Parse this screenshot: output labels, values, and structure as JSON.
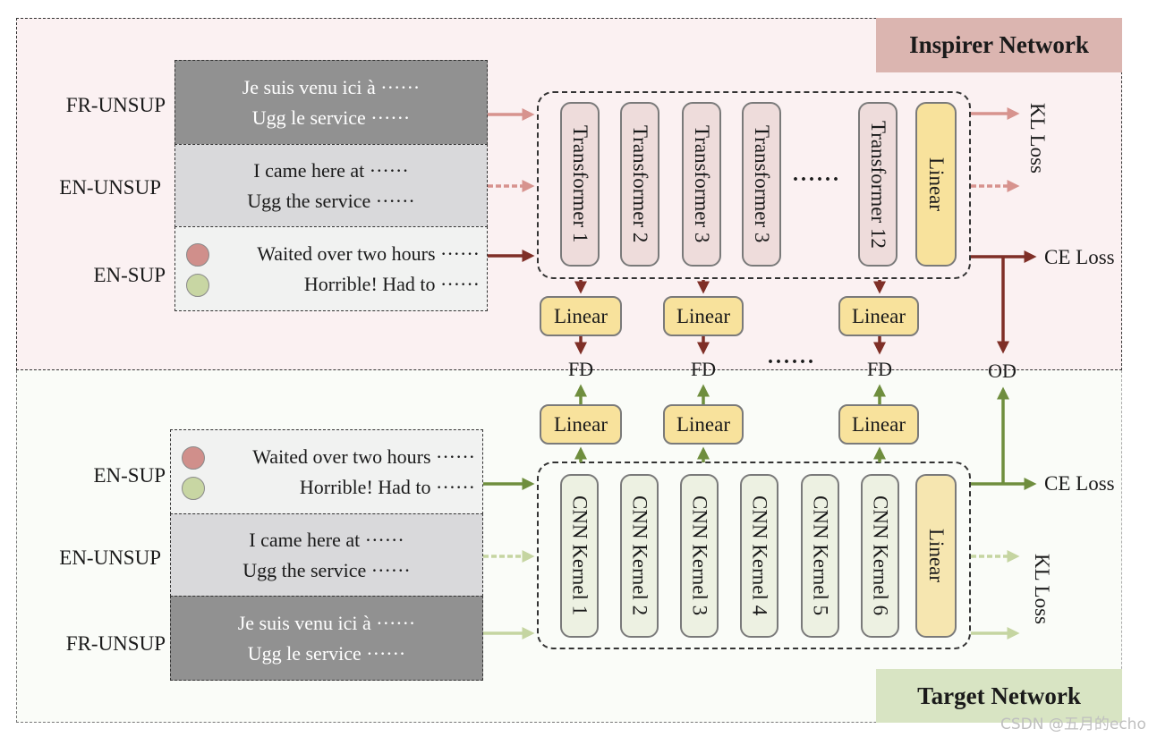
{
  "inspirer": {
    "title": "Inspirer Network",
    "rows": [
      {
        "label": "FR-UNSUP",
        "lines": [
          "Je suis venu ici à ······",
          "Ugg le service ······"
        ]
      },
      {
        "label": "EN-UNSUP",
        "lines": [
          "I came here at ······",
          "Ugg the service ······"
        ]
      },
      {
        "label": "EN-SUP",
        "lines": [
          "Waited over two hours ······",
          "Horrible! Had to ······"
        ]
      }
    ],
    "blocks": [
      "Transformer 1",
      "Transformer 2",
      "Transformer 3",
      "Transformer 3",
      "Transformer 12"
    ],
    "ellipsis": "······",
    "head": "Linear",
    "feature_linears": [
      "Linear",
      "Linear",
      "Linear"
    ],
    "kl_loss": "KL Loss",
    "ce_loss": "CE Loss"
  },
  "distill": {
    "fd_labels": [
      "FD",
      "FD",
      "FD"
    ],
    "ellipsis": "······",
    "od_label": "OD"
  },
  "target": {
    "title": "Target Network",
    "rows": [
      {
        "label": "EN-SUP",
        "lines": [
          "Waited over two hours ······",
          "Horrible! Had to ······"
        ]
      },
      {
        "label": "EN-UNSUP",
        "lines": [
          "I came here at ······",
          "Ugg the service ······"
        ]
      },
      {
        "label": "FR-UNSUP",
        "lines": [
          "Je suis venu ici à ······",
          "Ugg le service ······"
        ]
      }
    ],
    "blocks": [
      "CNN Kernel 1",
      "CNN Kernel 2",
      "CNN Kernel 3",
      "CNN Kernel 4",
      "CNN Kernel 5",
      "CNN Kernel 6"
    ],
    "head": "Linear",
    "feature_linears": [
      "Linear",
      "Linear",
      "Linear"
    ],
    "kl_loss": "KL Loss",
    "ce_loss": "CE Loss"
  },
  "colors": {
    "inspirer_dark": "#7f2f27",
    "inspirer_light": "#d7938e",
    "target_dark": "#6f8e3e",
    "target_light": "#c5d5a1",
    "negative_dot": "#d08f8b",
    "positive_dot": "#c8d6a3"
  },
  "watermark": "CSDN @五月的echo"
}
